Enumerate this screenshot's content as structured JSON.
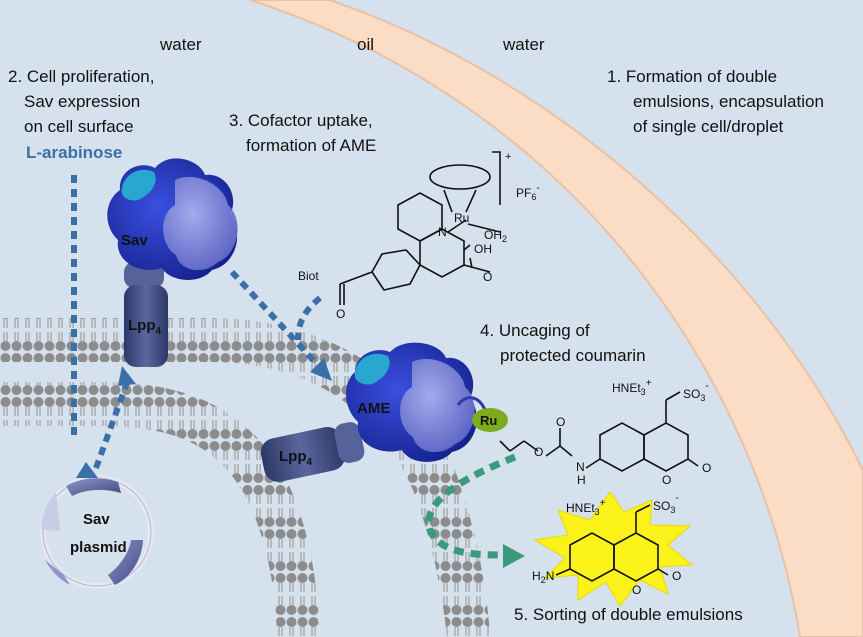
{
  "regions": {
    "water_left": "water",
    "oil": "oil",
    "water_right": "water"
  },
  "steps": {
    "step1": [
      "1.   Formation of double",
      "emulsions, encapsulation",
      "of single cell/droplet"
    ],
    "step2": [
      "2. Cell proliferation,",
      "Sav expression",
      "on cell surface"
    ],
    "inducer": "L-arabinose",
    "step3": [
      "3. Cofactor uptake,",
      "formation of AME"
    ],
    "step4": [
      "4. Uncaging of",
      "protected coumarin"
    ],
    "step5": "5. Sorting of double emulsions"
  },
  "labels": {
    "sav": "Sav",
    "lpp_base": "Lpp",
    "lpp_sub": "4",
    "ame": "AME",
    "ru": "Ru",
    "plasmid": [
      "Sav",
      "plasmid"
    ]
  },
  "chemistry": {
    "biot": "Biot",
    "ru_atom": "Ru",
    "n_atom": "N",
    "oh2": "OH",
    "oh2_sub": "2",
    "cooh_oh": "OH",
    "o": "O",
    "charge": "+",
    "pf6": "PF",
    "pf6_sub": "6",
    "pf6_charge": "-",
    "hnet3": "HNEt",
    "hnet3_sub": "3",
    "hnet3_charge": "+",
    "so3": "SO",
    "so3_sub": "3",
    "so3_charge": "-",
    "nh": "N",
    "nh_h": "H",
    "h2n": "H",
    "h2n_sub": "2",
    "h2n_n": "N"
  },
  "colors": {
    "background": "#d5e1ec",
    "oil_band": "#fbdcc4",
    "oil_edge": "#e9c1a4",
    "arrow_blue": "#3b6fa8",
    "arrow_green": "#3a9a7c",
    "protein_dark": "#1f2fb4",
    "protein_light": "#7780d8",
    "protein_cyan": "#2aa7d0",
    "lpp": "#3d4a82",
    "ru_ball": "#7dab1e",
    "burst": "#fbf21a",
    "membrane": "#8a8a8a"
  }
}
